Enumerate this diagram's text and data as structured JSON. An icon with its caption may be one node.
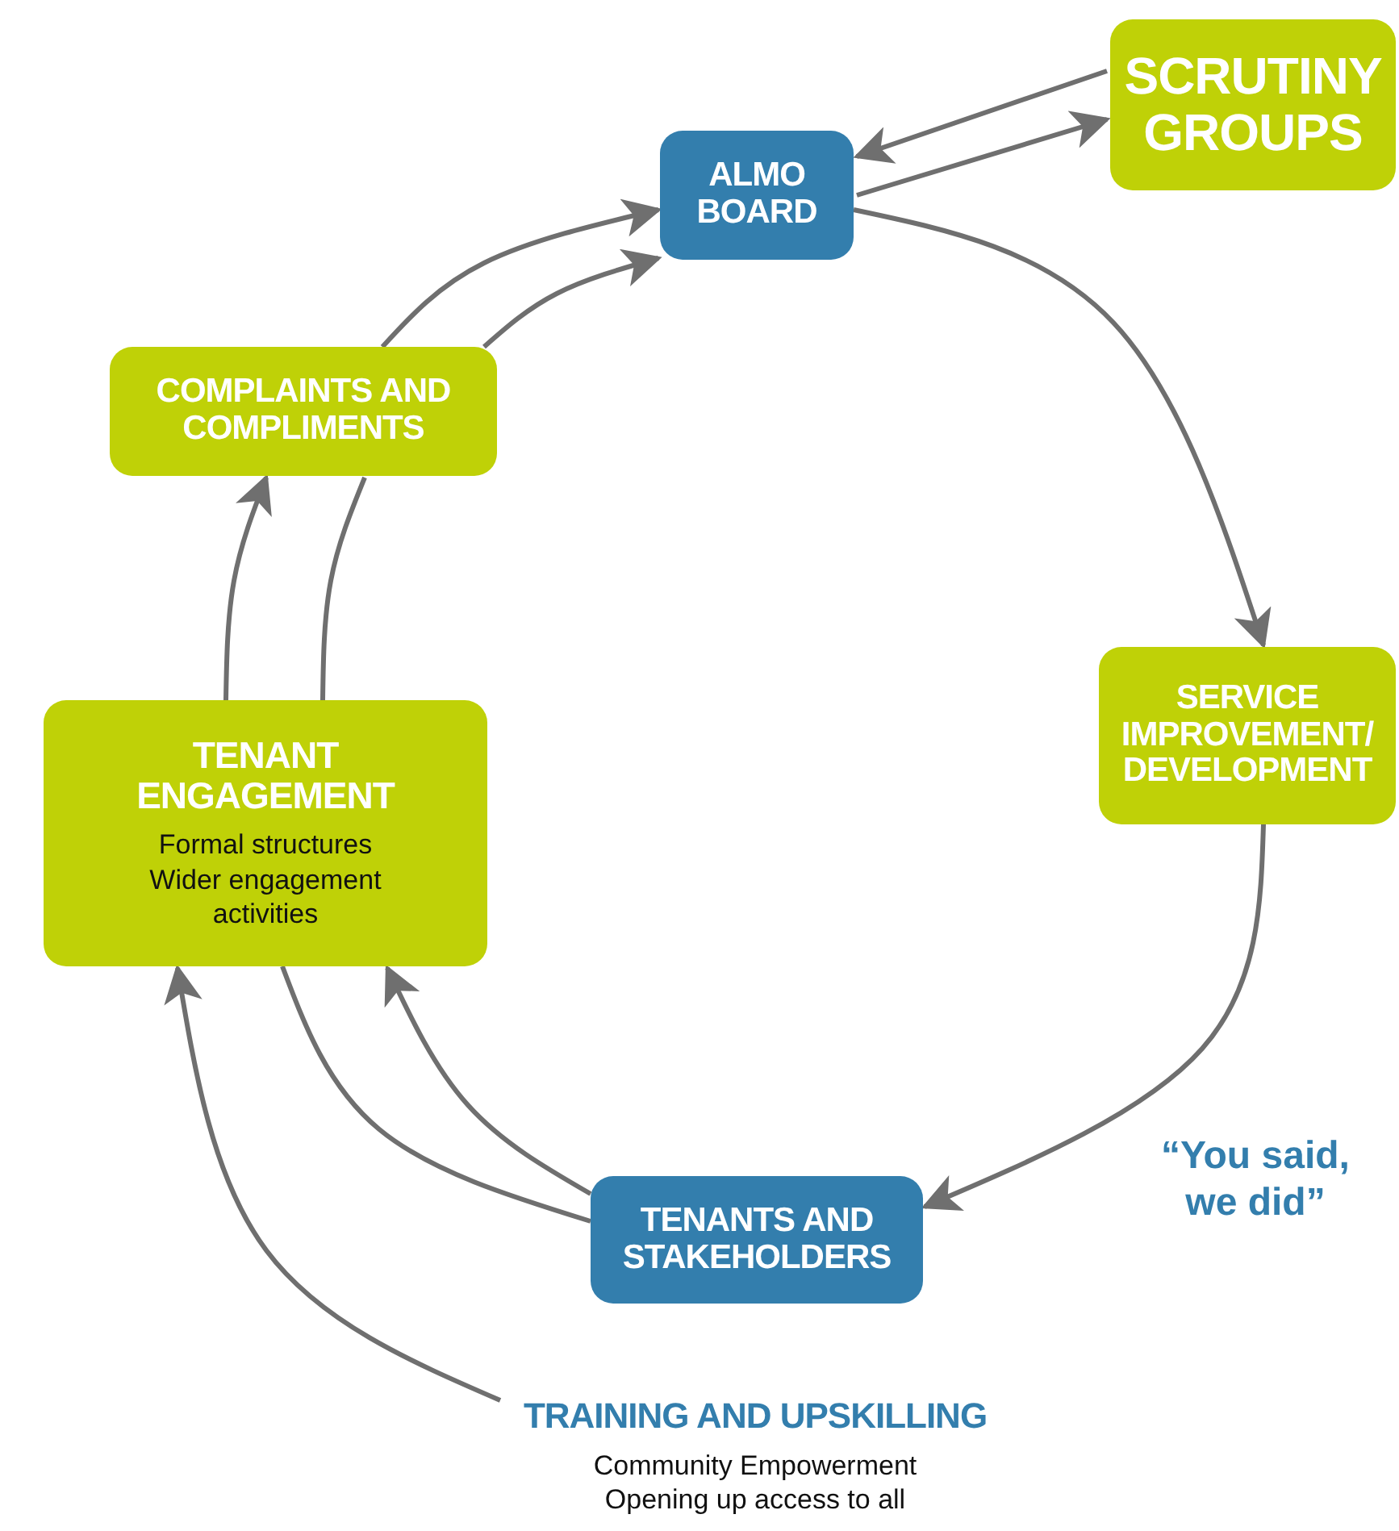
{
  "diagram": {
    "nodes": [
      {
        "text": [
          "ALMO BOARD"
        ]
      },
      {
        "text": [
          "SCRUTINY GROUPS"
        ]
      },
      {
        "text": [
          "COMPLAINTS AND COMPLIMENTS"
        ]
      },
      {
        "text": [
          "SERVICE IMPROVEMENT/ DEVELOPMENT"
        ]
      },
      {
        "text": [
          "TENANT ENGAGEMENT",
          "Formal structures Wider engagement activities"
        ]
      },
      {
        "text": [
          "TENANTS AND STAKEHOLDERS"
        ]
      },
      {
        "text": [
          "TRAINING AND UPSKILLING",
          "Community Empowerment Opening up access to all"
        ]
      }
    ],
    "edges": [
      {
        "from": 1,
        "to": 0,
        "arrow": "to"
      },
      {
        "from": 0,
        "to": 1,
        "arrow": "to"
      },
      {
        "from": 0,
        "to": 3,
        "arrow": "to"
      },
      {
        "from": 3,
        "to": 5,
        "arrow": "to"
      },
      {
        "from": 5,
        "to": 4,
        "arrow": "to"
      },
      {
        "from": 4,
        "to": 5,
        "arrow": "none"
      },
      {
        "from": 6,
        "to": 4,
        "arrow": "to"
      },
      {
        "from": 4,
        "to": 2,
        "arrow": "to"
      },
      {
        "from": 4,
        "to": 2,
        "arrow": "none"
      },
      {
        "from": 2,
        "to": 0,
        "arrow": "to"
      },
      {
        "from": 2,
        "to": 0,
        "arrow": "to"
      }
    ],
    "labels": [
      "“You said, we did”"
    ]
  }
}
